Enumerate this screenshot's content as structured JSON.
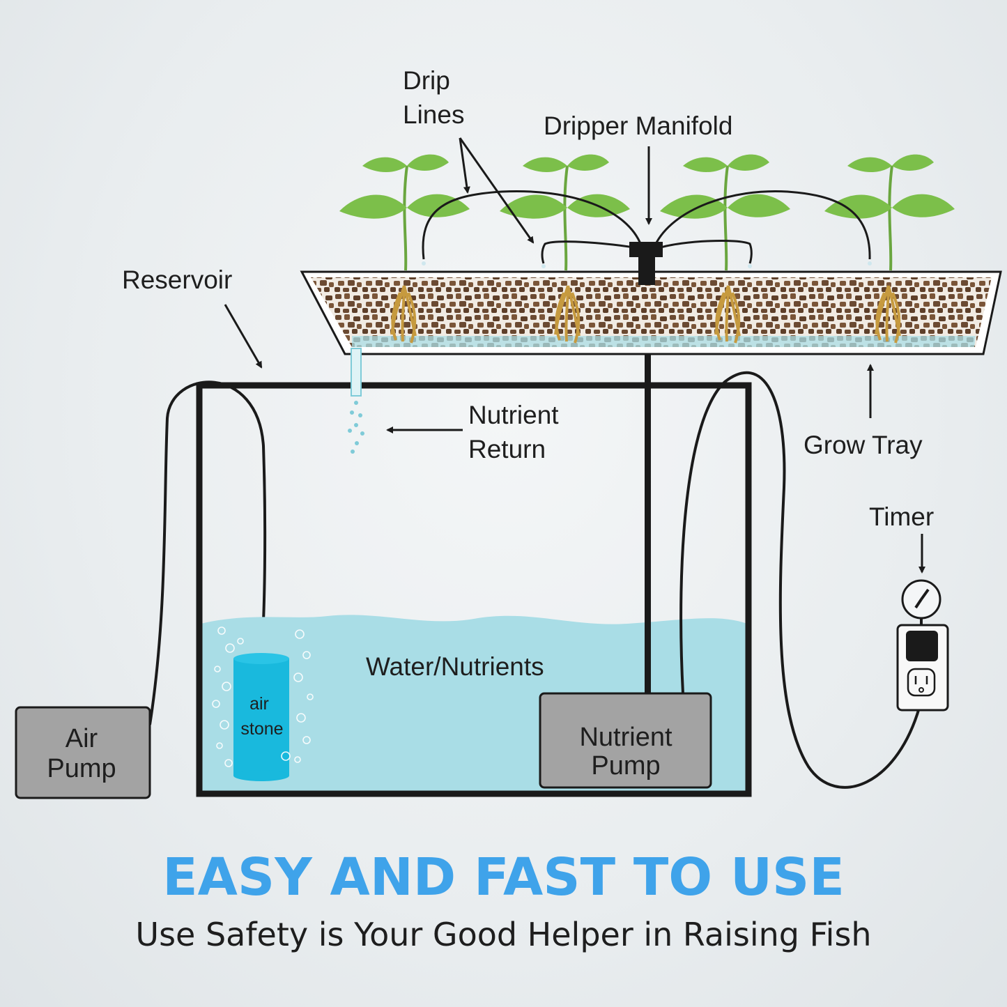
{
  "labels": {
    "drip_lines": [
      "Drip",
      "Lines"
    ],
    "dripper_manifold": "Dripper Manifold",
    "reservoir": "Reservoir",
    "nutrient_return": [
      "Nutrient",
      "Return"
    ],
    "grow_tray": "Grow Tray",
    "timer": "Timer",
    "water_nutrients": "Water/Nutrients",
    "air_stone": [
      "air",
      "stone"
    ],
    "air_pump": [
      "Air",
      "Pump"
    ],
    "nutrient_pump": [
      "Nutrient",
      "Pump"
    ]
  },
  "headline": "EASY AND FAST TO USE",
  "subline": "Use Safety is Your Good Helper in Raising Fish",
  "colors": {
    "headline": "#3fa3ea",
    "water": "#a9dde6",
    "air_stone": "#19b9dd",
    "pump_fill": "#a3a3a3",
    "leaf": "#7cbf4a",
    "soil": "#6b4a32",
    "outline": "#1a1a1a"
  },
  "icons": [
    "seedling-icon",
    "timer-dial-icon",
    "power-outlet-icon",
    "water-droplet-icon"
  ]
}
